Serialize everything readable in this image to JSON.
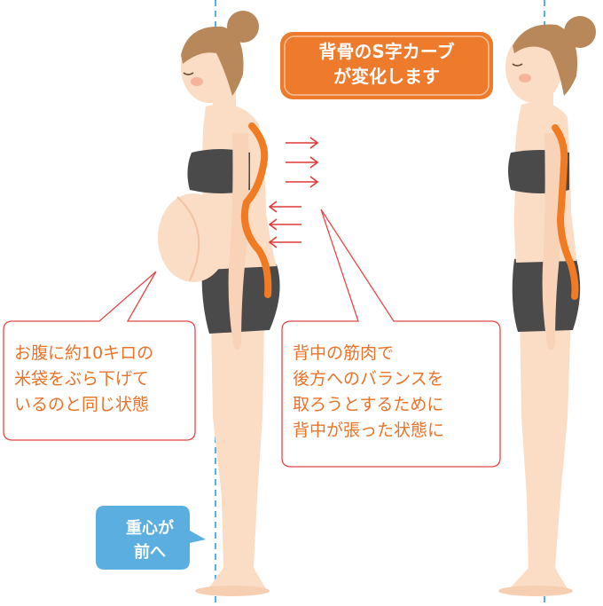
{
  "title_bubble": {
    "text": "背骨のS字カーブ\nが変化します"
  },
  "belly_bubble": {
    "text": "お腹に約10キロの\n米袋をぶら下げて\nいるのと同じ状態"
  },
  "back_bubble": {
    "text": "背中の筋肉で\n後方へのバランスを\n取ろうとするために\n背中が張った状態に"
  },
  "gravity_bubble": {
    "text": "重心が\n前へ"
  },
  "colors": {
    "accent_orange": "#ee7a2c",
    "spine_orange": "#f07b22",
    "arrow_red": "#e03a3a",
    "guide_blue": "#5aaee0",
    "bubble_blue": "#5aaee0",
    "skin": "#fbdcc4",
    "hair": "#b8875a",
    "clothing": "#4a4a4a"
  }
}
